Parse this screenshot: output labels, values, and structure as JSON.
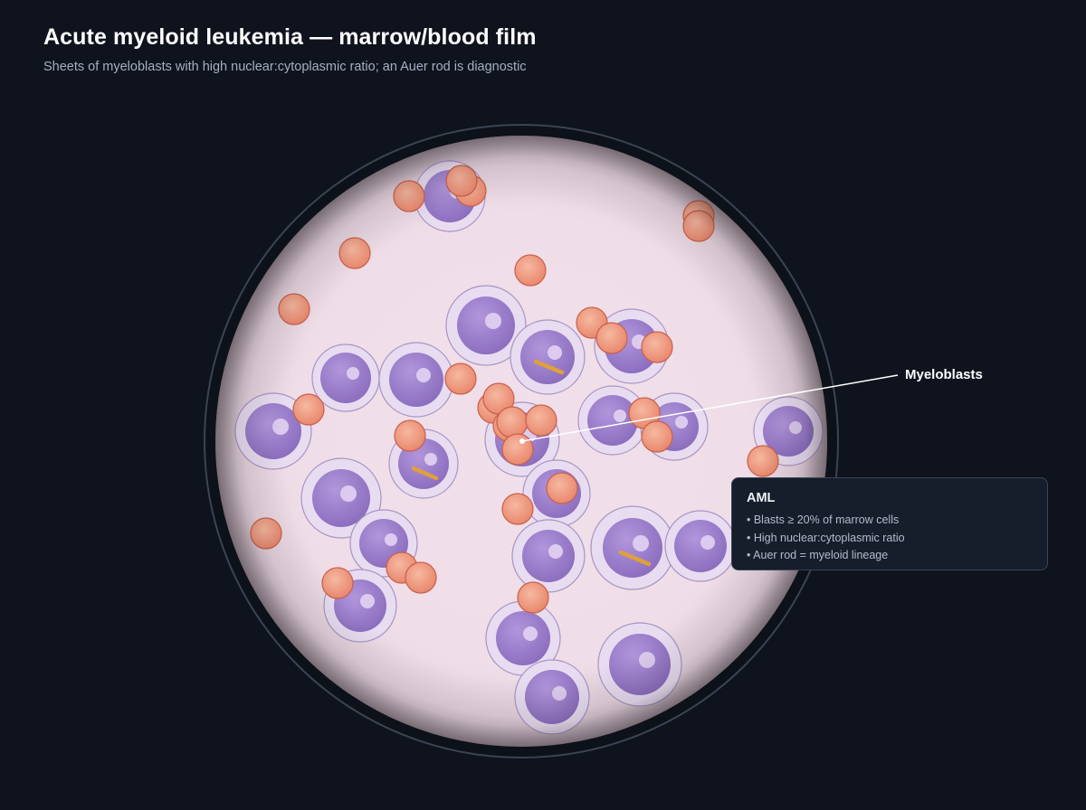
{
  "header": {
    "title": "Acute myeloid leukemia — marrow/blood film",
    "subtitle": "Sheets of myeloblasts with high nuclear:cytoplasmic ratio; an Auer rod is diagnostic"
  },
  "callout": {
    "label": "Myeloblasts"
  },
  "info_box": {
    "title": "AML",
    "items": [
      "• Blasts ≥ 20% of marrow cells",
      "• High nuclear:cytoplasmic ratio",
      "• Auer rod = myeloid lineage"
    ]
  },
  "colors": {
    "background": "#0e131d",
    "field": "#f0dfe8",
    "blast_cytoplasm": "#e8dcf0",
    "blast_nucleus": "#9c7fca",
    "rbc": "#e9927a",
    "auer_rod": "#e0a03a"
  }
}
